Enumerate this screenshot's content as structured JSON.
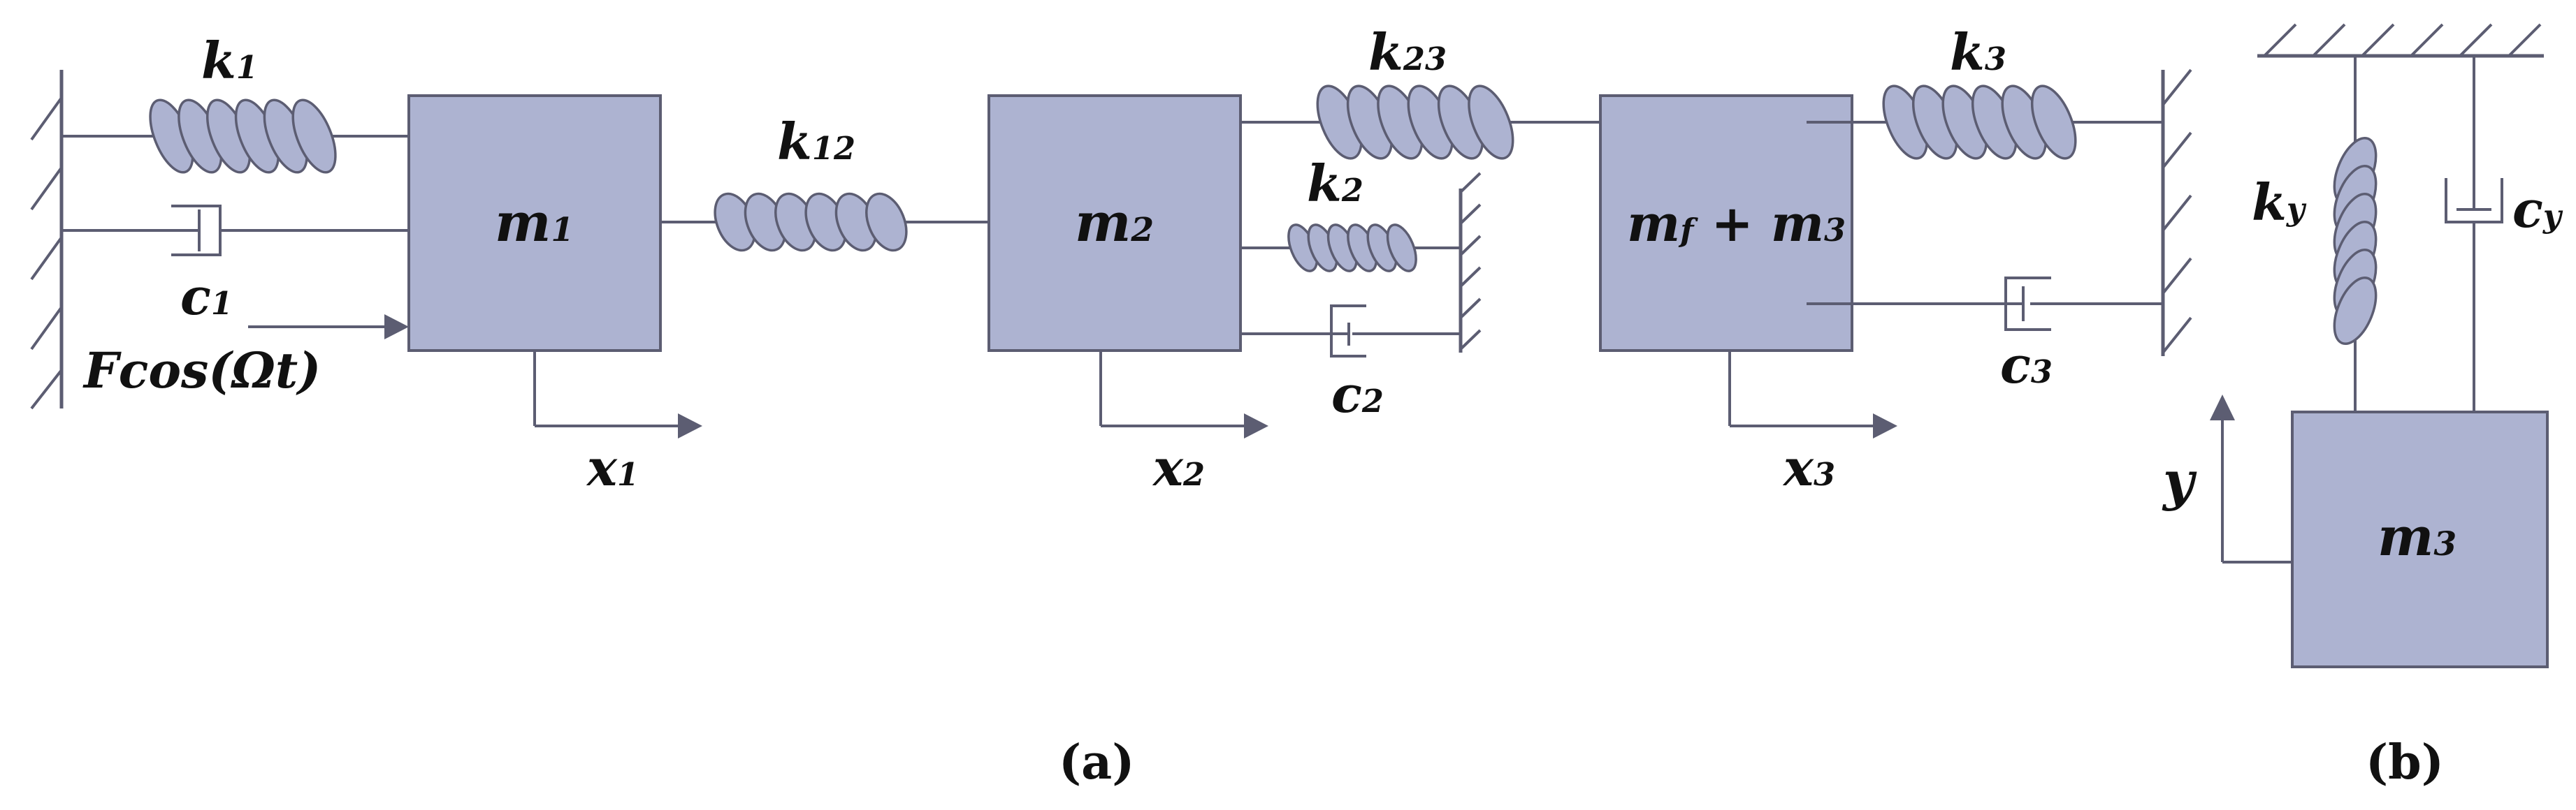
{
  "labels": {
    "k1": {
      "main": "k",
      "sub": "1"
    },
    "k12": {
      "main": "k",
      "sub": "12"
    },
    "k23": {
      "main": "k",
      "sub": "23"
    },
    "k2": {
      "main": "k",
      "sub": "2"
    },
    "k3": {
      "main": "k",
      "sub": "3"
    },
    "ky": {
      "main": "k",
      "sub": "y"
    },
    "c1": {
      "main": "c",
      "sub": "1"
    },
    "c2": {
      "main": "c",
      "sub": "2"
    },
    "c3": {
      "main": "c",
      "sub": "3"
    },
    "cy": {
      "main": "c",
      "sub": "y"
    },
    "m1": {
      "main": "m",
      "sub": "1"
    },
    "m2": {
      "main": "m",
      "sub": "2"
    },
    "mf_m3": {
      "main1": "m",
      "sub1": "f",
      "plus": " + ",
      "main2": "m",
      "sub2": "3"
    },
    "m3": {
      "main": "m",
      "sub": "3"
    },
    "x1": {
      "main": "x",
      "sub": "1"
    },
    "x2": {
      "main": "x",
      "sub": "2"
    },
    "x3": {
      "main": "x",
      "sub": "3"
    },
    "y": "y",
    "force": "Fcos(Ωt)"
  },
  "captions": {
    "a": "(a)",
    "b": "(b)"
  },
  "colors": {
    "mass_fill": "#adb3d1",
    "stroke": "#5c5d72"
  }
}
